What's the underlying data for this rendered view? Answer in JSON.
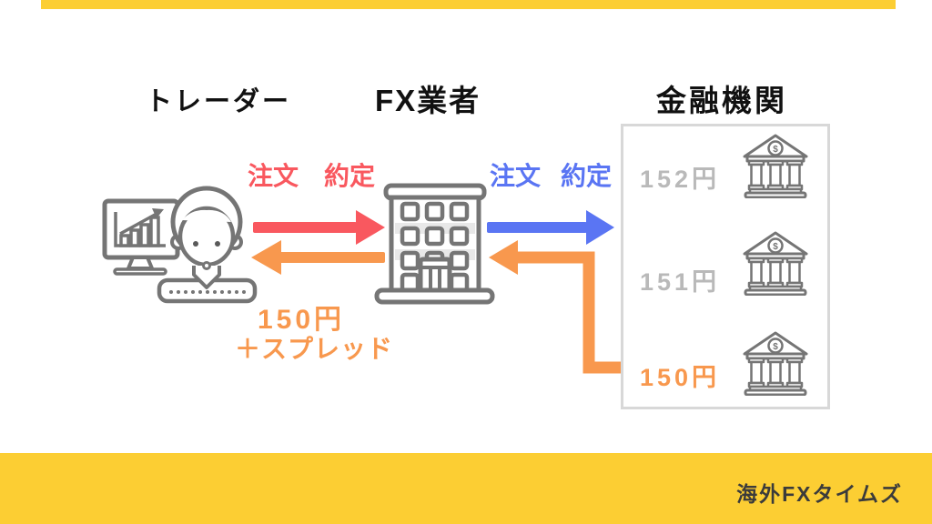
{
  "colors": {
    "accent_yellow": "#FCCE33",
    "order_red": "#F9585F",
    "return_orange": "#F8984E",
    "order_blue": "#5A75F3",
    "icon_gray": "#757575",
    "rate_gray": "#B9B9B9",
    "box_border": "#D8D8D8"
  },
  "titles": {
    "trader": "トレーダー",
    "broker": "FX業者",
    "bank": "金融機関"
  },
  "flow_left": {
    "order": "注文",
    "execution": "約定"
  },
  "flow_right": {
    "order": "注文",
    "execution": "約定"
  },
  "broker_price": {
    "line1": "150円",
    "line2": "＋スプレッド"
  },
  "bank_box": {
    "rates": [
      {
        "value": "152円",
        "highlight": false
      },
      {
        "value": "151円",
        "highlight": false
      },
      {
        "value": "150円",
        "highlight": true
      }
    ]
  },
  "icons": {
    "bank_dollar": "$"
  },
  "footer": {
    "brand": "海外FXタイムズ"
  }
}
